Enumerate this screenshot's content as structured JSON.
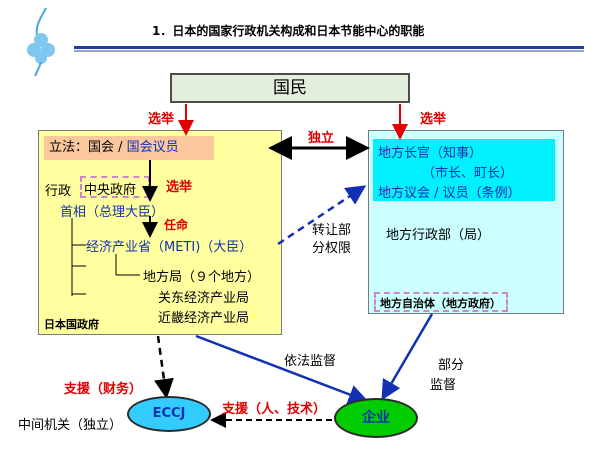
{
  "header": {
    "title": "1．日本的国家行政机关构成和日本节能中心的职能"
  },
  "citizen": "国民",
  "edges": {
    "election_left": "选举",
    "election_right": "选举",
    "independent": "独立",
    "election_pm": "选举",
    "appoint": "任命",
    "transfer_line1": "转让部",
    "transfer_line2": "分权限",
    "legal_supervision": "依法监督",
    "partial_line1": "部分",
    "partial_line2": "监督",
    "support_finance": "支援（财务）",
    "support_people_tech": "支援（人、技术）"
  },
  "central": {
    "legislature_prefix": "立法：国会 / ",
    "legislature_member": "国会议员",
    "executive_label": "行政",
    "central_gov": "中央政府",
    "prime_minister": "首相（总理大臣）",
    "meti": "经济产业省（METI)（大臣）",
    "regional": "地方局（９个地方）",
    "kanto": "关东经济产业局",
    "kinki": "近畿经济产业局",
    "caption": "日本国政府"
  },
  "local": {
    "head_line1": "地方长官（知事）",
    "head_line2": "（市长、町长）",
    "head_line3": "地方议会 / 议员（条例）",
    "admin": "地方行政部（局）",
    "caption": "地方自治体（地方政府）"
  },
  "eccj": {
    "label": "ECCJ",
    "note": "中间机关（独立）"
  },
  "company": {
    "label": "企业"
  },
  "colors": {
    "citizen_fill": "#e3efdc",
    "central_fill": "#ffffa0",
    "local_fill": "#ccffff",
    "local_head_fill": "#00f0ff",
    "legislature_fill": "#fbc89e",
    "eccj_fill": "#33ccff",
    "company_fill": "#00cc00",
    "accent_red": "#e00000",
    "accent_blue": "#1230b4"
  }
}
